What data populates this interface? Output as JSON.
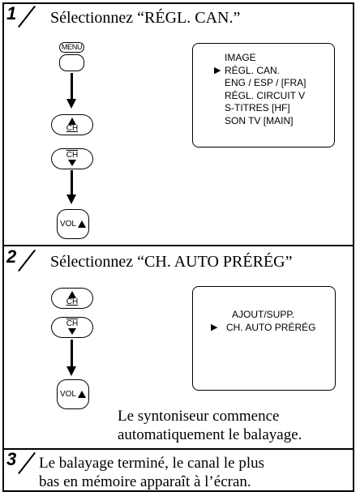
{
  "steps": [
    {
      "number": "1",
      "title": "Sélectionnez “RÉGL. CAN.”",
      "buttons": {
        "menu": "MENU",
        "ch": "CH",
        "vol": "VOL"
      },
      "screen": {
        "items": [
          "IMAGE",
          "RÉGL. CAN.",
          "ENG / ESP / [FRA]",
          "RÉGL. CIRCUIT V",
          "S-TITRES [HF]",
          "SON TV [MAIN]"
        ],
        "cursor": "▶",
        "selected_index": 1
      }
    },
    {
      "number": "2",
      "title": "Sélectionnez “CH. AUTO PRÉRÉG”",
      "buttons": {
        "ch": "CH",
        "vol": "VOL"
      },
      "screen": {
        "items": [
          "AJOUT/SUPP.",
          "CH. AUTO PRÉRÉG"
        ],
        "cursor": "▶",
        "selected_index": 1
      },
      "note_line1": "Le syntoniseur commence",
      "note_line2": "automatiquement le balayage."
    },
    {
      "number": "3",
      "text_line1": "Le balayage terminé, le canal le plus",
      "text_line2": "bas en mémoire apparaît à l’écran."
    }
  ]
}
